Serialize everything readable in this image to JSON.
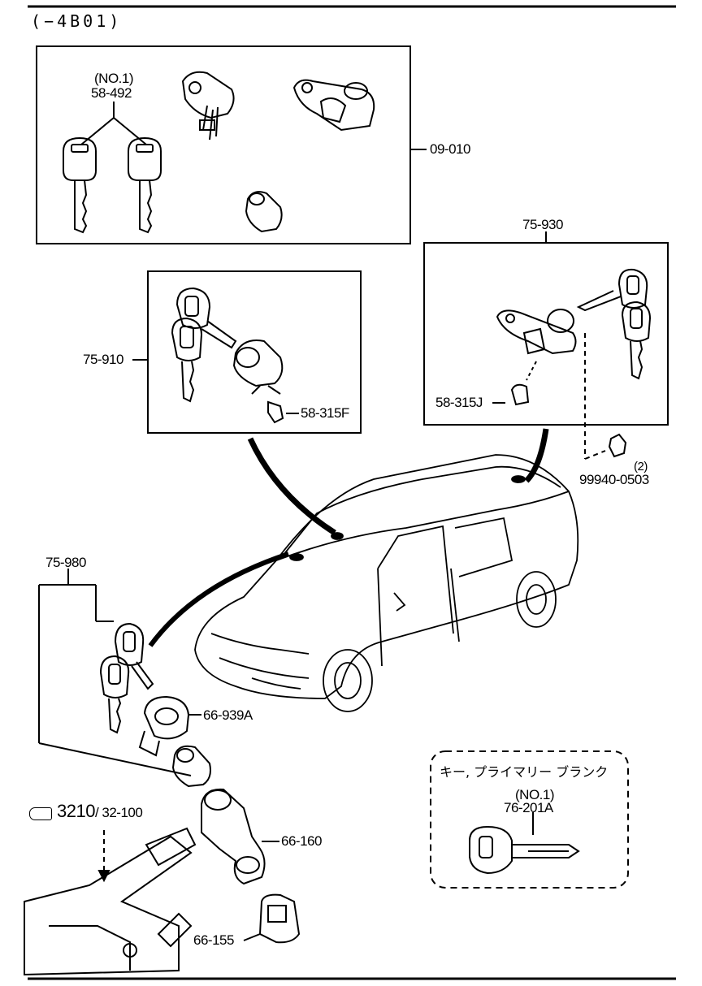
{
  "header": {
    "code": "(−4B01)"
  },
  "box_top_left": {
    "ref": "09-010",
    "key_note": "(NO.1)",
    "key_part": "58-492"
  },
  "box_left_mid": {
    "ref": "75-910",
    "part": "58-315F"
  },
  "box_right": {
    "ref": "75-930",
    "part": "58-315J"
  },
  "nut": {
    "qty": "(2)",
    "part": "99940-0503"
  },
  "set_75980": {
    "ref": "75-980",
    "part_a": "66-939A"
  },
  "column": {
    "ref_main": "3210",
    "ref_sub": "/ 32-100",
    "part_a": "66-160",
    "part_b": "66-155"
  },
  "blank_key": {
    "title": "キー, プライマリー ブランク",
    "note": "(NO.1)",
    "part": "76-201A"
  }
}
